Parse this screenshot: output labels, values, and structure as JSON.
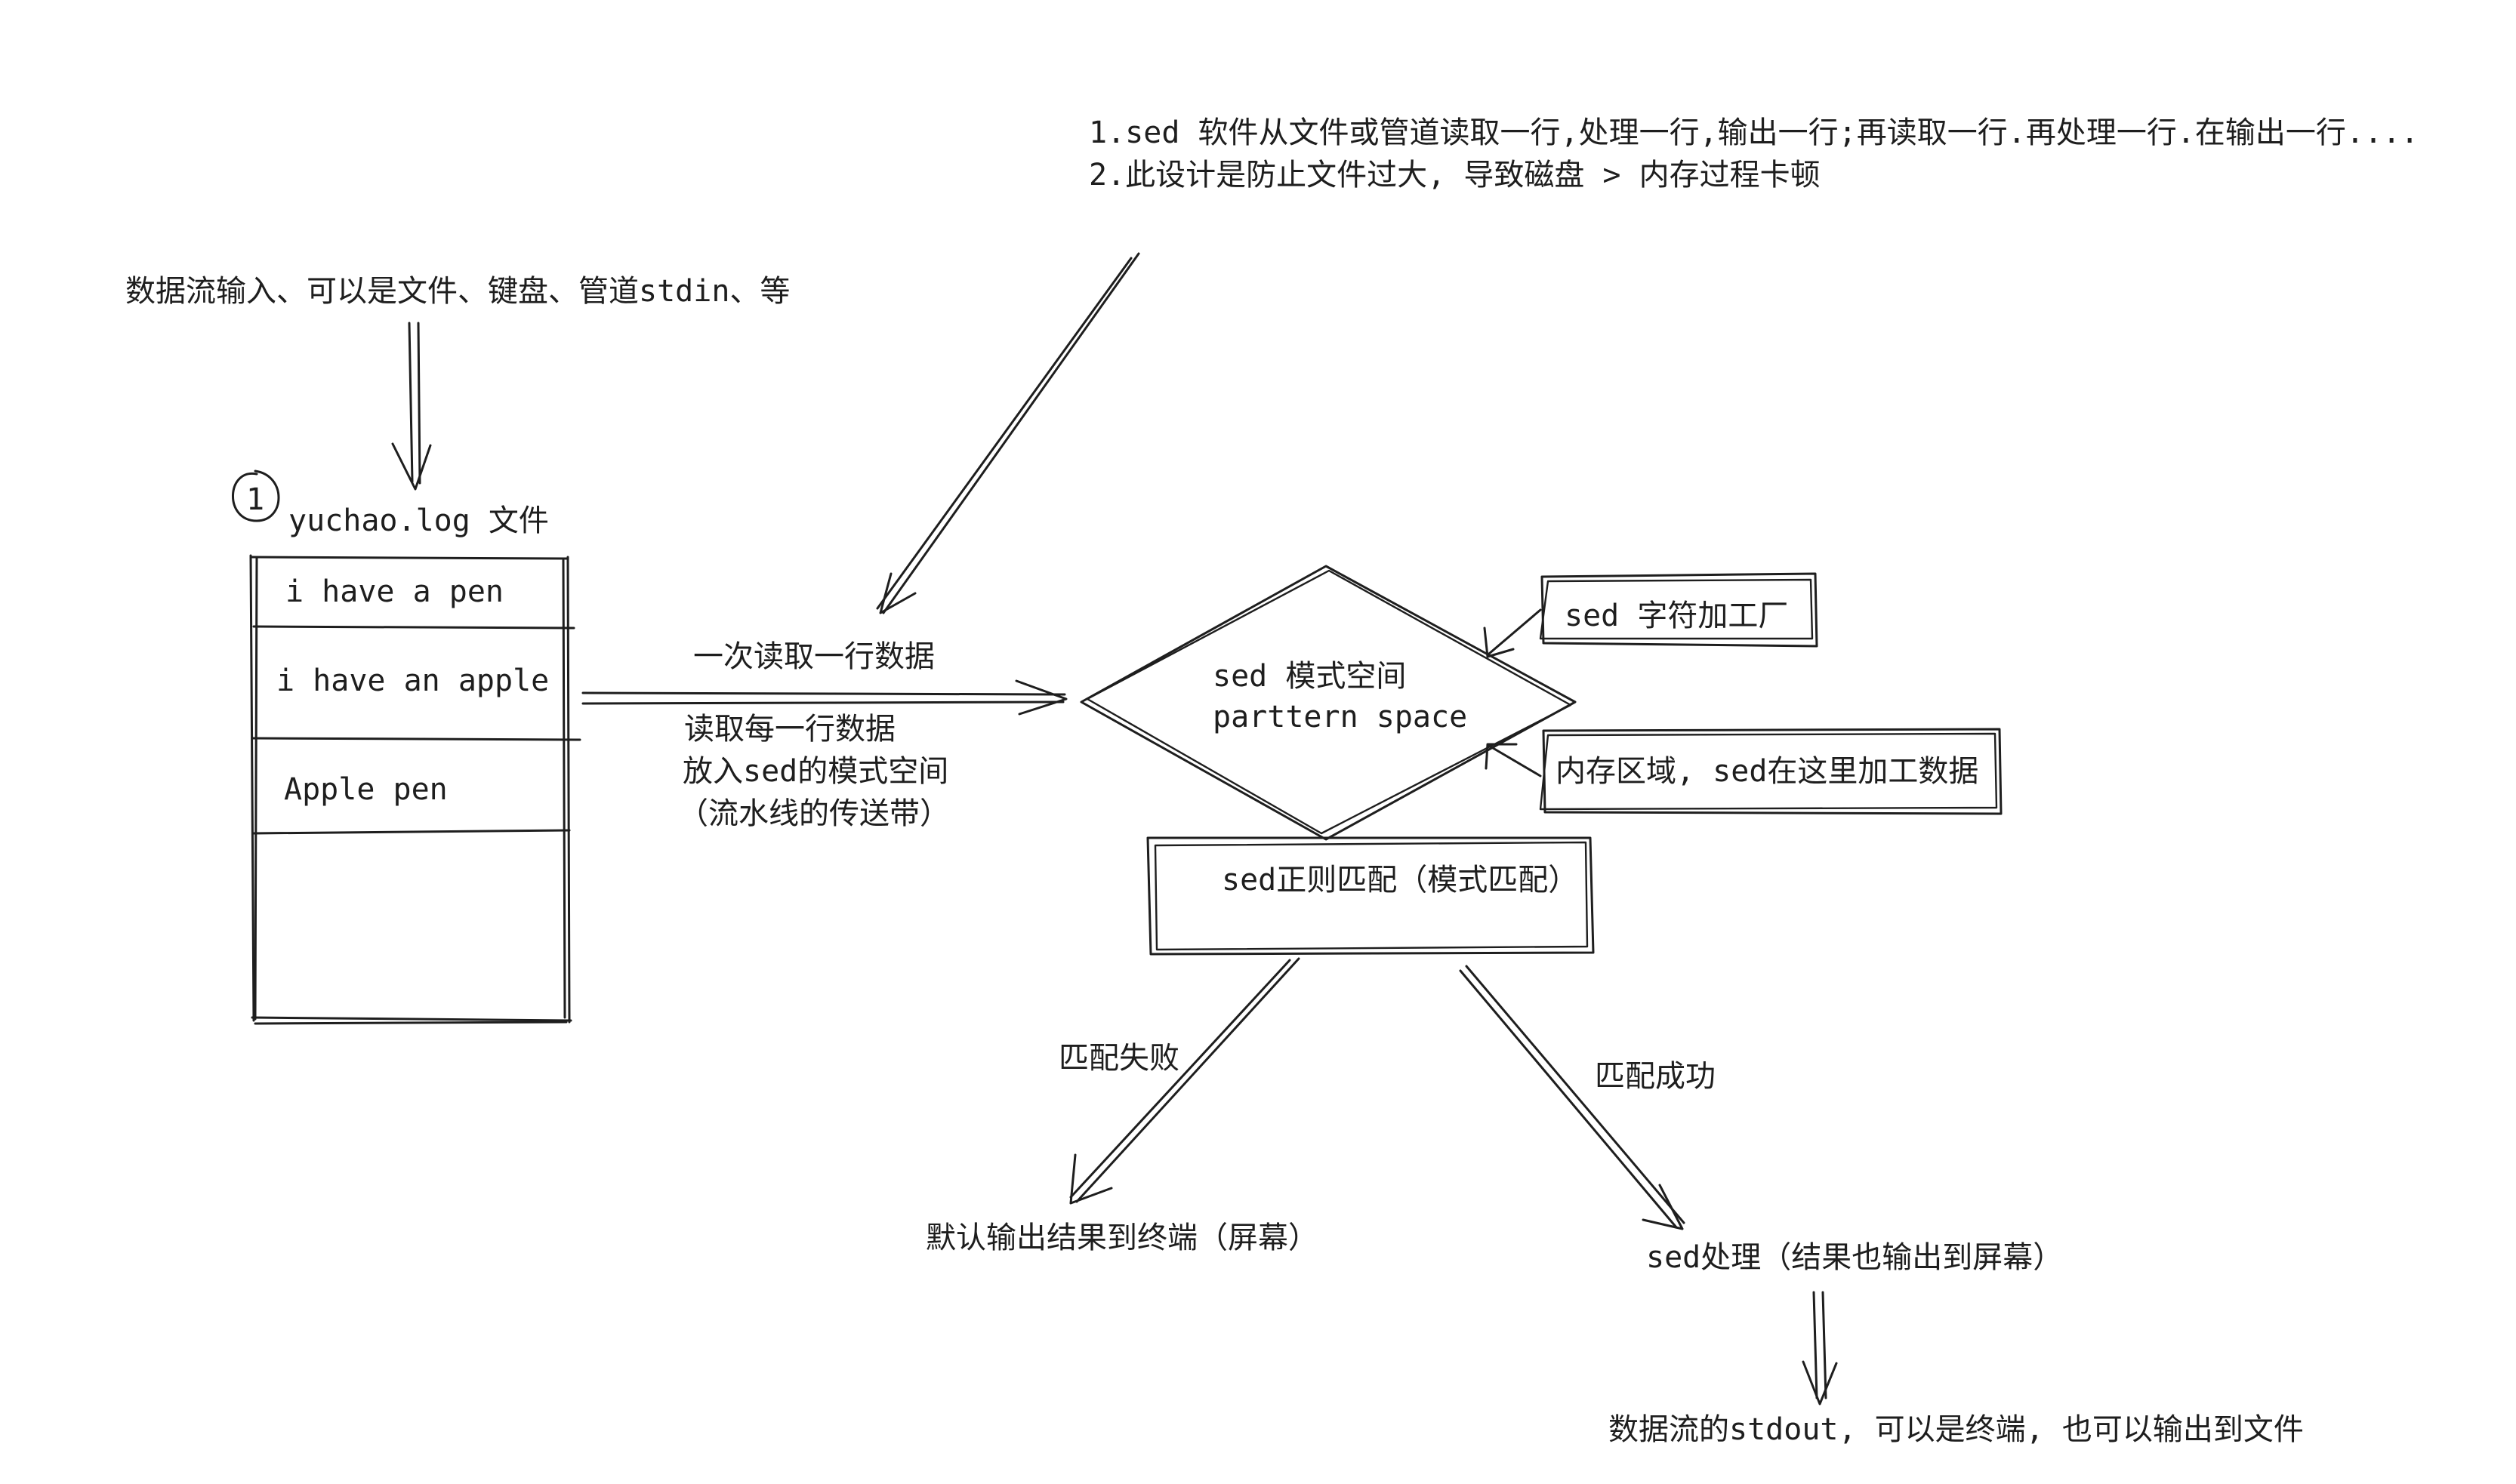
{
  "notes": {
    "line1": "1.sed 软件从文件或管道读取一行,处理一行,输出一行;再读取一行.再处理一行.在输出一行....",
    "line2": "2.此设计是防止文件过大, 导致磁盘 > 内存过程卡顿"
  },
  "input_stream": {
    "label": "数据流输入、可以是文件、键盘、管道stdin、等"
  },
  "file": {
    "step_number": "1",
    "title": "yuchao.log 文件",
    "lines": [
      "i have a pen",
      "i have an apple",
      "Apple pen"
    ]
  },
  "read_arrow": {
    "label_top": "一次读取一行数据",
    "label_bottom_1": "读取每一行数据",
    "label_bottom_2": "放入sed的模式空间",
    "label_bottom_3": "（流水线的传送带）"
  },
  "pattern_space": {
    "line1": "sed 模式空间",
    "line2": "parttern space"
  },
  "factory_box": {
    "label": "sed 字符加工厂"
  },
  "memory_box": {
    "label": "内存区域, sed在这里加工数据"
  },
  "regex_box": {
    "label": "sed正则匹配（模式匹配）"
  },
  "branches": {
    "fail_label": "匹配失败",
    "success_label": "匹配成功",
    "fail_result": "默认输出结果到终端（屏幕）",
    "success_result": "sed处理（结果也输出到屏幕）"
  },
  "output_stream": {
    "label": "数据流的stdout, 可以是终端, 也可以输出到文件"
  },
  "colors": {
    "ink": "#1e1e1e",
    "background": "#ffffff"
  }
}
